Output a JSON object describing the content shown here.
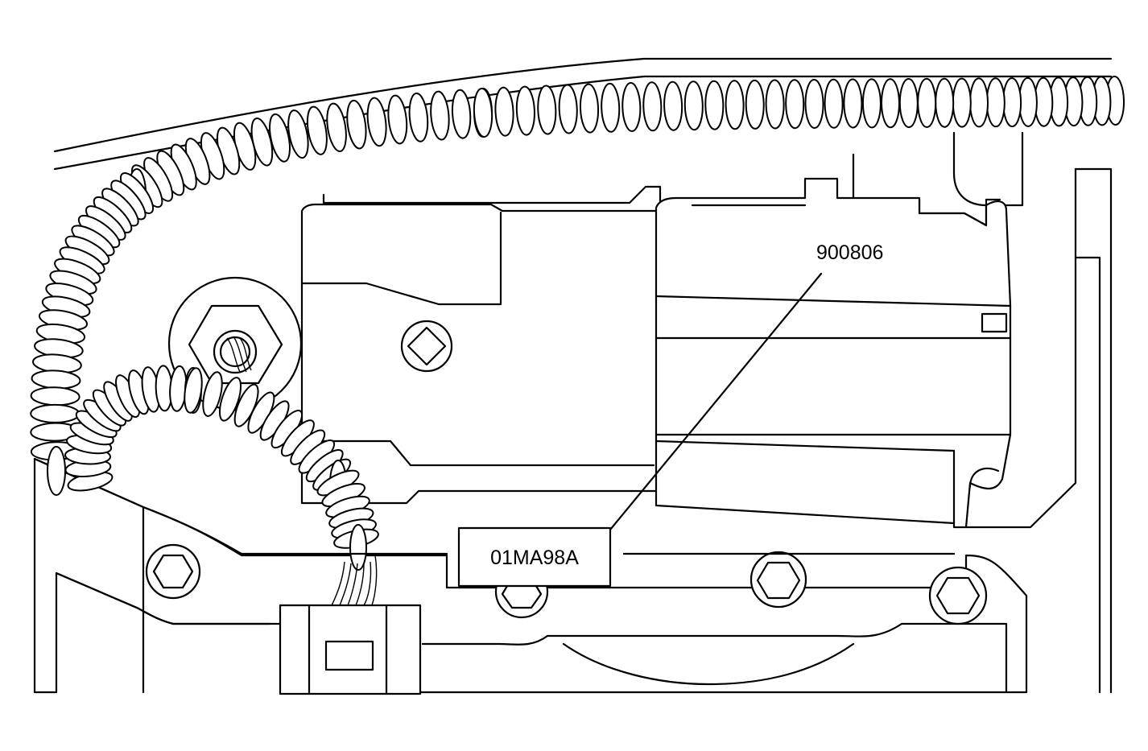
{
  "diagram": {
    "callouts": [
      {
        "id": "part-number",
        "text": "900806"
      },
      {
        "id": "ref-code",
        "text": "01MA98A"
      }
    ],
    "colors": {
      "line": "#000000",
      "background": "#ffffff"
    },
    "components": [
      "wiring-harness-conduit",
      "connector-bracket",
      "hex-nut-stud",
      "hex-bolt",
      "electrical-connector",
      "mounting-plate"
    ]
  }
}
